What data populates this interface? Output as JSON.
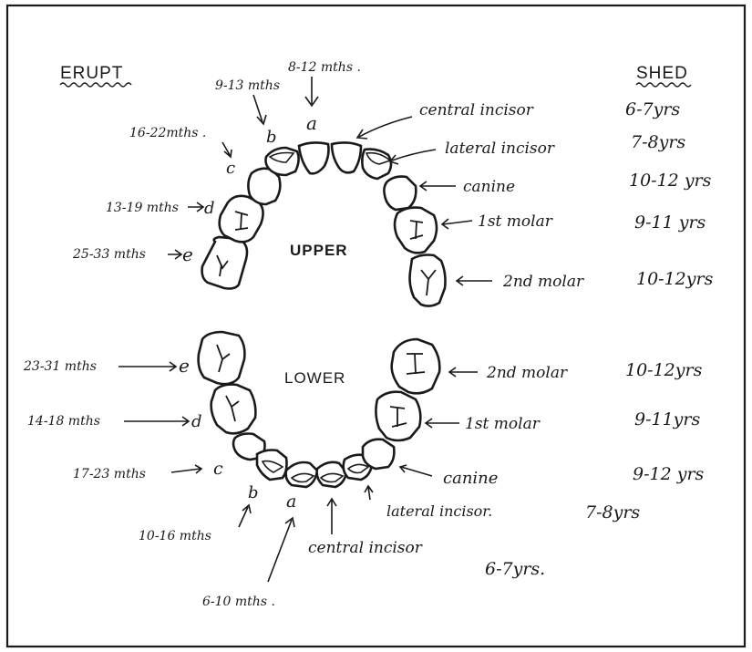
{
  "headings": {
    "erupt": "ERUPT",
    "shed": "SHED"
  },
  "arches": {
    "upper": "UPPER",
    "lower": "LOWER"
  },
  "upper": {
    "erupt": [
      {
        "letter": "a",
        "age": "8-12 mths ."
      },
      {
        "letter": "b",
        "age": "9-13 mths"
      },
      {
        "letter": "c",
        "age": "16-22mths ."
      },
      {
        "letter": "d",
        "age": "13-19 mths"
      },
      {
        "letter": "e",
        "age": "25-33 mths"
      }
    ],
    "teeth": [
      {
        "name": "central incisor",
        "shed": "6-7yrs"
      },
      {
        "name": "lateral incisor",
        "shed": "7-8yrs"
      },
      {
        "name": "canine",
        "shed": "10-12 yrs"
      },
      {
        "name": "1st molar",
        "shed": "9-11 yrs"
      },
      {
        "name": "2nd molar",
        "shed": "10-12yrs"
      }
    ]
  },
  "lower": {
    "erupt": [
      {
        "letter": "e",
        "age": "23-31 mths"
      },
      {
        "letter": "d",
        "age": "14-18 mths"
      },
      {
        "letter": "c",
        "age": "17-23 mths"
      },
      {
        "letter": "b",
        "age": "10-16 mths"
      },
      {
        "letter": "a",
        "age": "6-10 mths ."
      }
    ],
    "teeth": [
      {
        "name": "2nd molar",
        "shed": "10-12yrs"
      },
      {
        "name": "1st molar",
        "shed": "9-11yrs"
      },
      {
        "name": "canine",
        "shed": "9-12 yrs"
      },
      {
        "name": "lateral incisor.",
        "shed": "7-8yrs"
      },
      {
        "name": "central incisor",
        "shed": "6-7yrs."
      }
    ]
  }
}
